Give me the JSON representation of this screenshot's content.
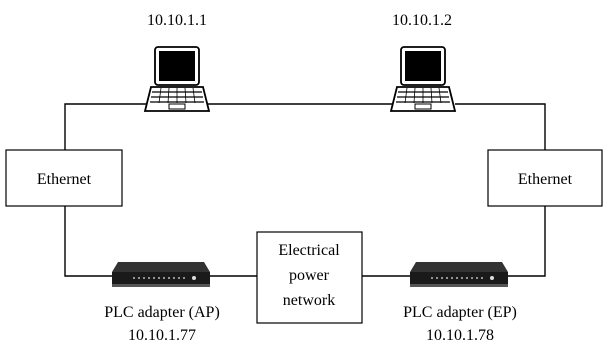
{
  "nodes": {
    "laptop_left": {
      "ip": "10.10.1.1"
    },
    "laptop_right": {
      "ip": "10.10.1.2"
    },
    "ethernet_left": {
      "label": "Ethernet"
    },
    "ethernet_right": {
      "label": "Ethernet"
    },
    "power_network": {
      "line1": "Electrical",
      "line2": "power",
      "line3": "network"
    },
    "plc_ap": {
      "name": "PLC adapter (AP)",
      "ip": "10.10.1.77"
    },
    "plc_ep": {
      "name": "PLC adapter (EP)",
      "ip": "10.10.1.78"
    }
  },
  "icons": {
    "laptop": "laptop-icon",
    "plc_adapter": "plc-adapter-icon"
  }
}
